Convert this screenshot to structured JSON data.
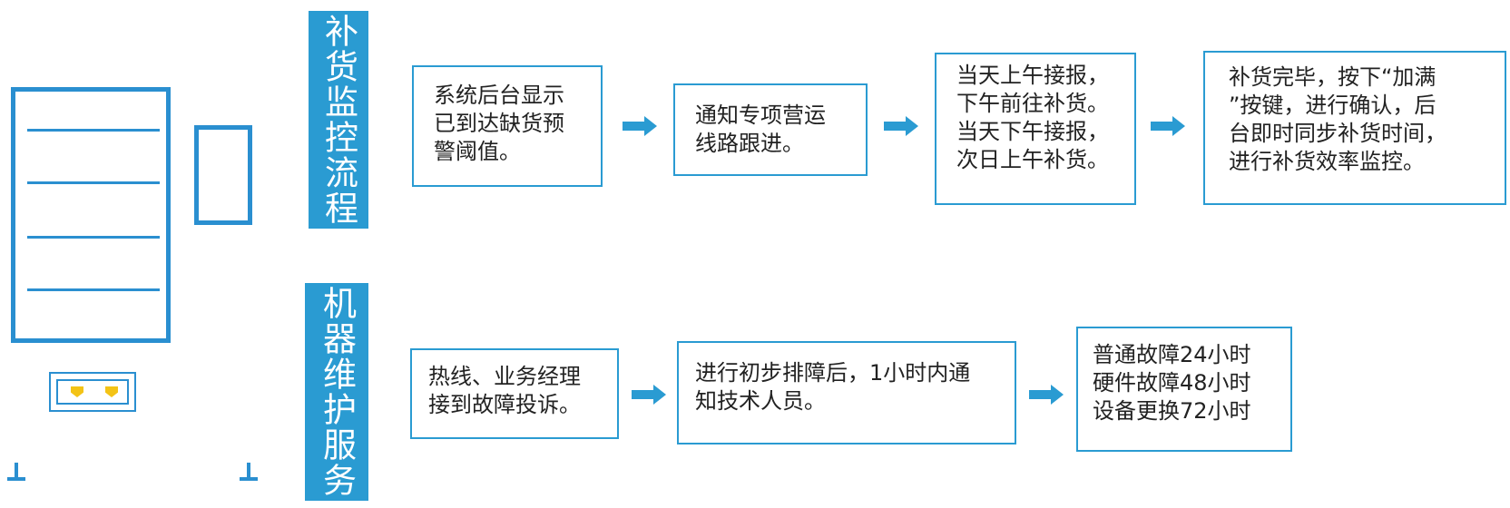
{
  "sections": [
    {
      "tag": "补货监控流程",
      "steps": [
        "系统后台显示\n已到达缺货预\n警阈值。",
        "通知专项营运\n线路跟进。",
        "当天上午接报，\n下午前往补货。\n当天下午接报，\n次日上午补货。",
        "补货完毕，按下“加满\n”按键，进行确认，后\n台即时同步补货时间，\n进行补货效率监控。"
      ]
    },
    {
      "tag": "机器维护服务",
      "steps": [
        "热线、业务经理\n接到故障投诉。",
        "进行初步排障后，1小时内通\n知技术人员。",
        "普通故障24小时\n硬件故障48小时\n设备更换72小时"
      ]
    }
  ],
  "colors": {
    "accent": "#2a9bd2",
    "machine_outline": "#2a8fd0",
    "coin": "#f3c316"
  },
  "icons": {
    "machine": "vending-machine-icon",
    "arrow": "arrow-right-icon"
  }
}
